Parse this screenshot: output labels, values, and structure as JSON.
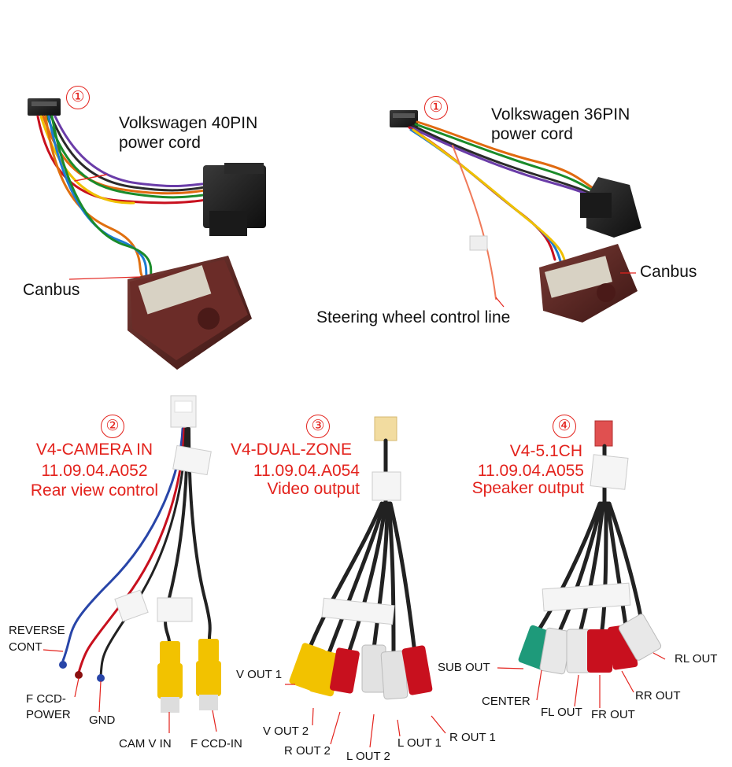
{
  "markers": {
    "m1": "①",
    "m2": "①",
    "m3": "②",
    "m4": "③",
    "m5": "④"
  },
  "top_left": {
    "title_line1": "Volkswagen 40PIN",
    "title_line2": "power cord",
    "canbus": "Canbus"
  },
  "top_right": {
    "title_line1": "Volkswagen 36PIN",
    "title_line2": "power cord",
    "canbus": "Canbus",
    "steering": "Steering wheel control line"
  },
  "camera": {
    "name": "V4-CAMERA IN",
    "code": "11.09.04.A052",
    "desc": "Rear view control",
    "labels": {
      "reverse1": "REVERSE",
      "reverse2": "CONT",
      "fccd1": "F CCD-",
      "fccd2": "POWER",
      "gnd": "GND",
      "camv": "CAM V IN",
      "fccdin": "F CCD-IN"
    }
  },
  "dual": {
    "name": "V4-DUAL-ZONE",
    "code": "11.09.04.A054",
    "desc": "Video output",
    "labels": {
      "vout1": "V OUT 1",
      "vout2": "V OUT 2",
      "rout2": "R OUT 2",
      "lout2": "L OUT 2",
      "lout1": "L OUT 1",
      "rout1": "R OUT 1"
    }
  },
  "speaker": {
    "name": "V4-5.1CH",
    "code": "11.09.04.A055",
    "desc": "Speaker output",
    "labels": {
      "sub": "SUB OUT",
      "center": "CENTER",
      "fl": "FL OUT",
      "fr": "FR OUT",
      "rr": "RR OUT",
      "rl": "RL OUT"
    }
  },
  "colors": {
    "accent_red": "#e3221c",
    "canbus_box": "#5a2320",
    "connector": "#1e1e1e",
    "rca_yellow": "#f2c200",
    "rca_red": "#c8101e",
    "rca_white": "#e8e8e8",
    "rca_green": "#1e9a7a"
  }
}
